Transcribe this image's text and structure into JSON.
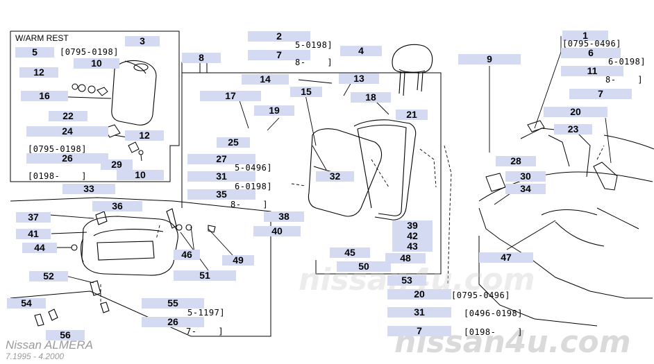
{
  "callouts": {
    "c1": "1",
    "c2": "2",
    "c3": "3",
    "c4": "4",
    "c5": "5",
    "c6": "6",
    "c7a": "7",
    "c7b": "7",
    "c7c": "7",
    "c8": "8",
    "c9": "9",
    "c10a": "10",
    "c10b": "10",
    "c11": "11",
    "c12a": "12",
    "c12b": "12",
    "c13": "13",
    "c14": "14",
    "c15": "15",
    "c16": "16",
    "c17": "17",
    "c18": "18",
    "c19": "19",
    "c20a": "20",
    "c20b": "20",
    "c21": "21",
    "c22": "22",
    "c23": "23",
    "c24": "24",
    "c25": "25",
    "c26a": "26",
    "c26b": "26",
    "c27": "27",
    "c28": "28",
    "c29": "29",
    "c30": "30",
    "c31a": "31",
    "c31b": "31",
    "c32": "32",
    "c33": "33",
    "c34": "34",
    "c35": "35",
    "c36": "36",
    "c37": "37",
    "c38": "38",
    "c39": "39",
    "c40": "40",
    "c41": "41",
    "c42": "42",
    "c43": "43",
    "c44": "44",
    "c45": "45",
    "c46": "46",
    "c47": "47",
    "c48": "48",
    "c49": "49",
    "c50": "50",
    "c51": "51",
    "c52": "52",
    "c53": "53",
    "c54": "54",
    "c55": "55",
    "c56": "56"
  },
  "date_codes": {
    "t2": "5-0198]",
    "t7a": "8-    ]",
    "t1": "[0795-0496]",
    "t6": "6-0198]",
    "t11": "8-    ]",
    "t5": "[0795-0198]",
    "t24": "[0795-0198]",
    "t26a": "[0198-    ]",
    "t27": "5-0496]",
    "t31a": "6-0198]",
    "t35": "8-    ]",
    "t55": "5-1197]",
    "t26b": "7-    ]",
    "t20b": "[0795-0496]",
    "t31b": "[0496-0198]",
    "t7c": "[0198-    ]"
  },
  "box_titles": {
    "armrest": "W/ARM REST"
  },
  "watermark": {
    "center": "nissan4u.com",
    "corner": "nissan4u.com"
  },
  "model": {
    "name": "Nissan ALMERA",
    "period": "7.1995 - 4.2000"
  }
}
